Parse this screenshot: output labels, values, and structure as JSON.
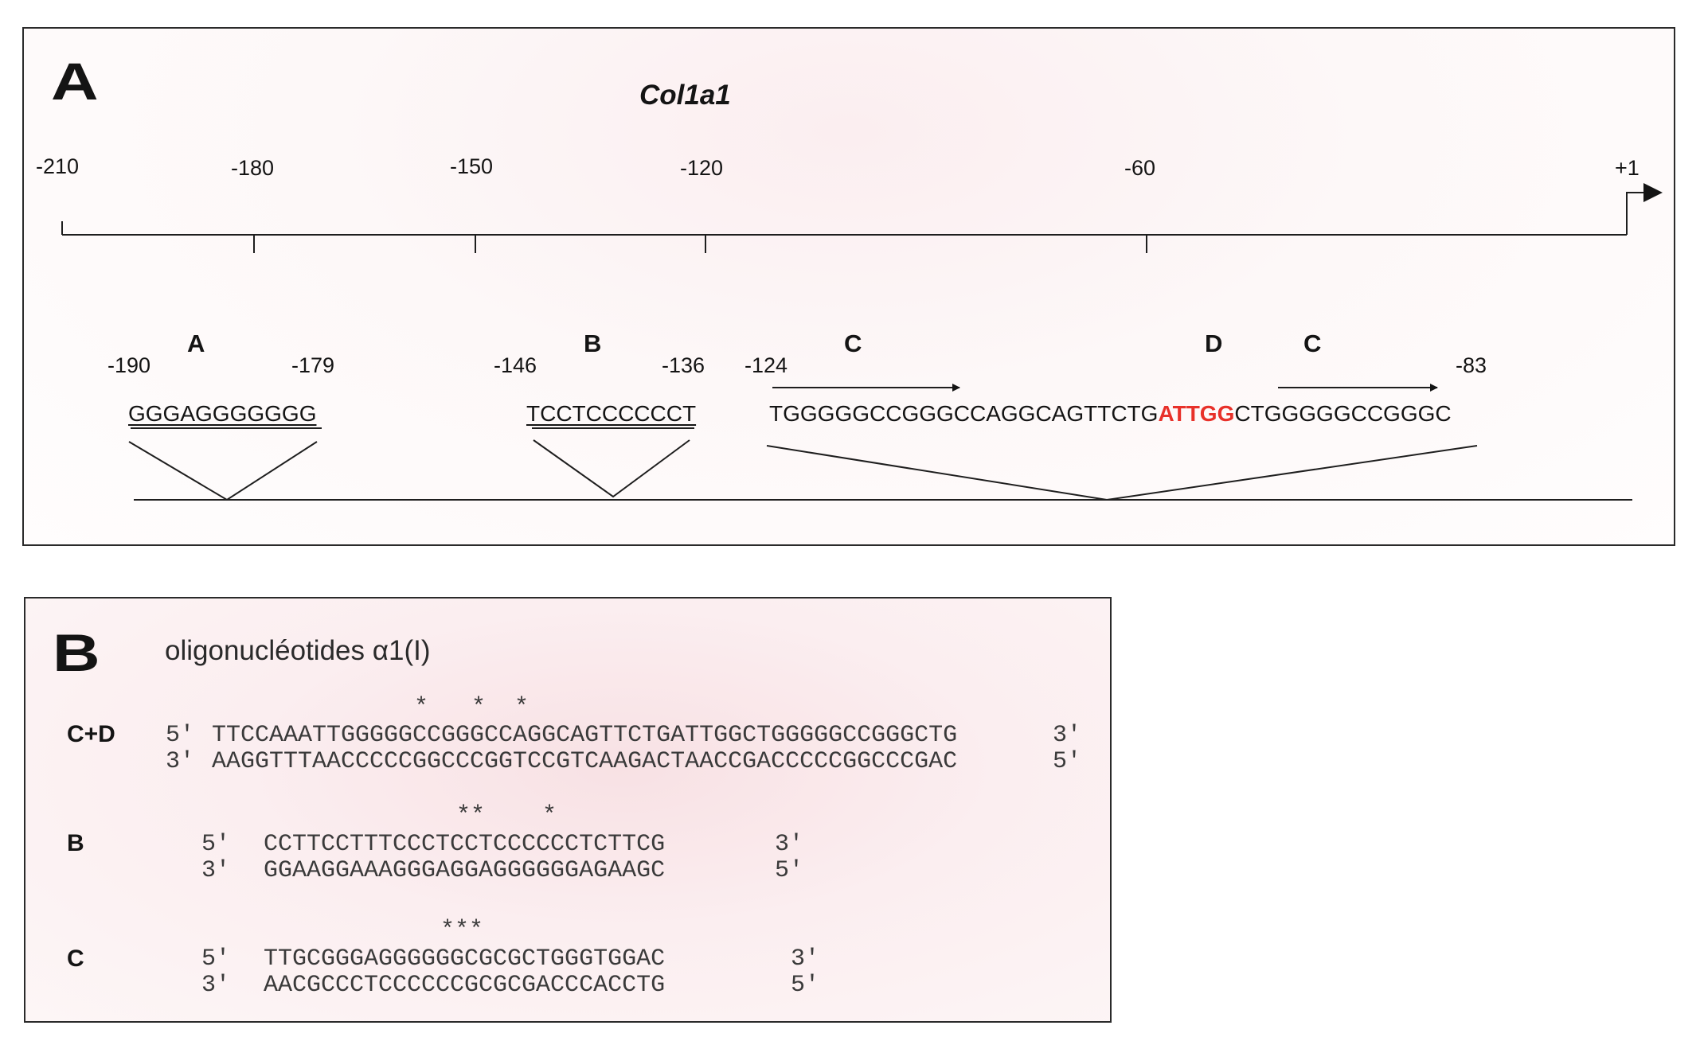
{
  "panel_a": {
    "letter": "A",
    "gene_title": "Col1a1",
    "axis_ticks": [
      "-210",
      "-180",
      "-150",
      "-120",
      "-60",
      "+1"
    ],
    "elements": [
      {
        "label": "A",
        "start": "-190",
        "end": "-179",
        "sequence": "GGGAGGGGGGG"
      },
      {
        "label": "B",
        "start": "-146",
        "end": "-136",
        "sequence": "TCCTCCCCCCT"
      },
      {
        "label_c1": "C",
        "label_d": "D",
        "label_c2": "C",
        "start": "-124",
        "end": "-83",
        "sequence_pre": "TGGGGGCCGGGCCAGGCAGTTCTG",
        "sequence_box": "ATTGG",
        "sequence_post": "CTGGGGGCCGGGC"
      }
    ],
    "highlight_color": "#e8312a"
  },
  "panel_b": {
    "letter": "B",
    "title": "oligonucléotides α1(I)",
    "oligos": [
      {
        "name": "C+D",
        "stars": "*   *  *",
        "top_5": "5'",
        "top_seq": "TTCCAAATTGGGGGCCGGGCCAGGCAGTTCTGATTGGCTGGGGGCCGGGCTG",
        "top_3": "3'",
        "bot_3": "3'",
        "bot_seq": "AAGGTTTAACCCCCGGCCCGGTCCGTCAAGACTAACCGACCCCCGGCCCGAC",
        "bot_5": "5'"
      },
      {
        "name": "B",
        "stars": "**    *",
        "top_5": "5'",
        "top_seq": "CCTTCCTTTCCCTCCTCCCCCCTCTTCG",
        "top_3": "3'",
        "bot_3": "3'",
        "bot_seq": "GGAAGGAAAGGGAGGAGGGGGGAGAAGC",
        "bot_5": "5'"
      },
      {
        "name": "C",
        "stars": "***",
        "top_5": "5'",
        "top_seq": "TTGCGGGAGGGGGGCGCGCTGGGTGGAC",
        "top_3": "3'",
        "bot_3": "3'",
        "bot_seq": "AACGCCCTCCCCCCGCGCGACCCACCTG",
        "bot_5": "5'"
      }
    ]
  }
}
